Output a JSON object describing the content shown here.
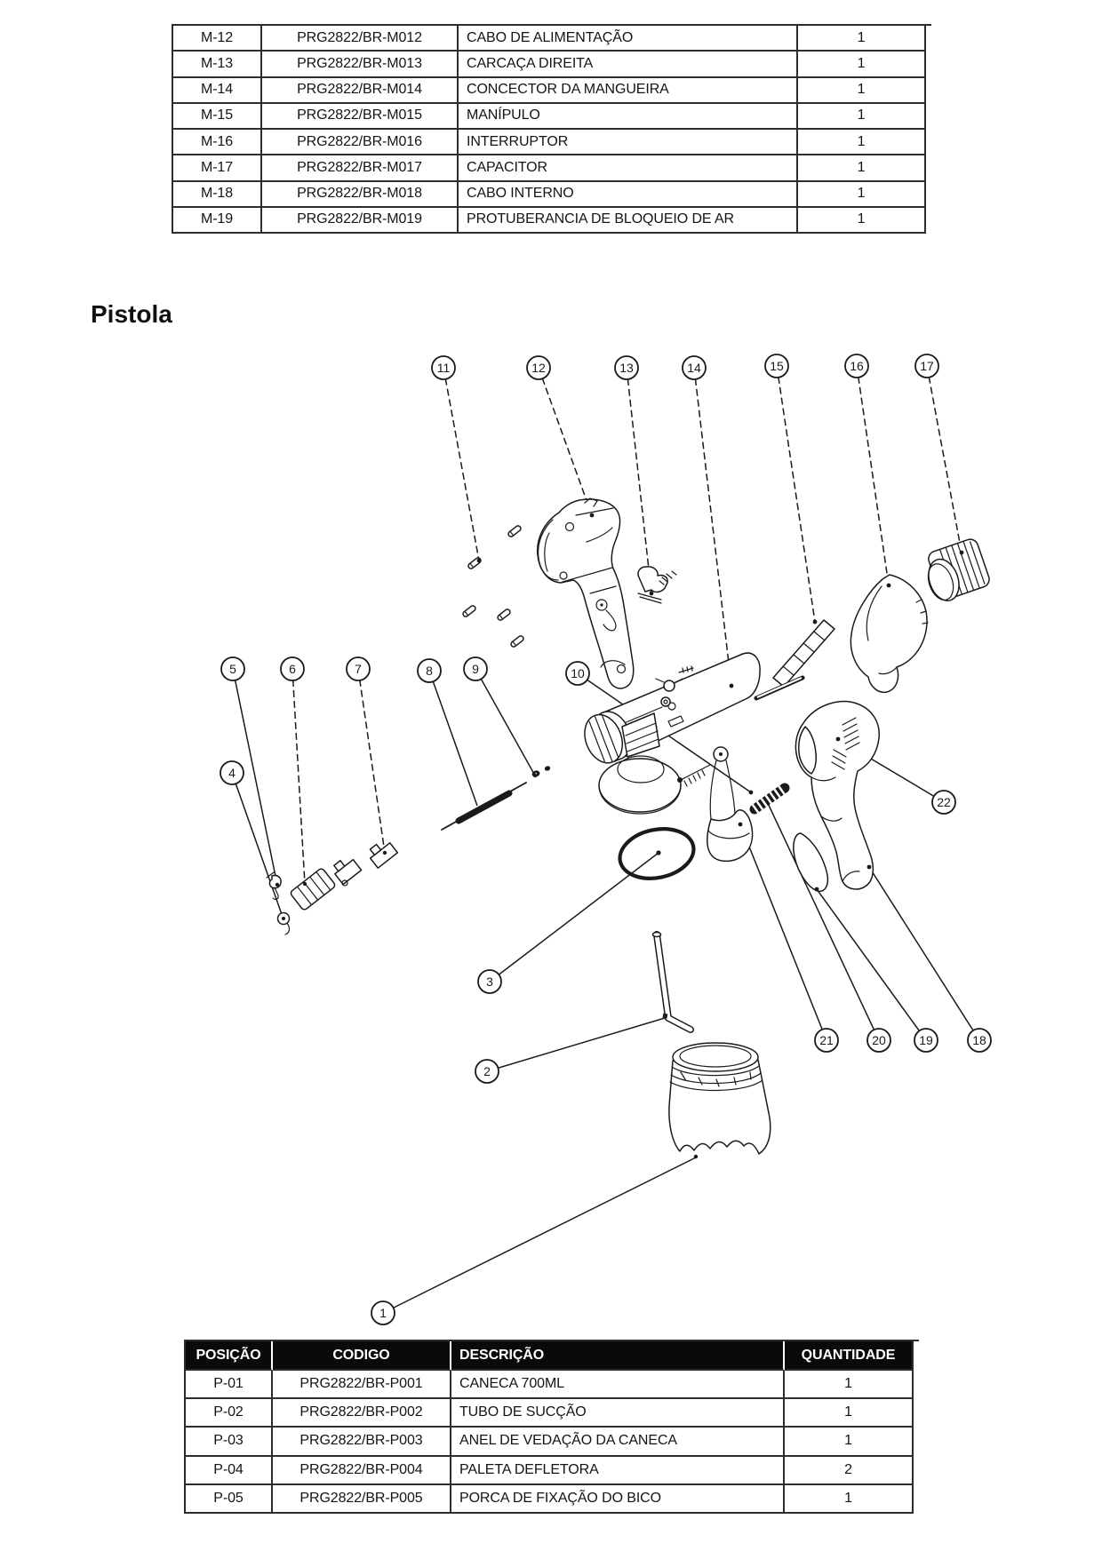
{
  "heading": "Pistola",
  "colors": {
    "ink": "#1a1a1a",
    "table_border": "#2d2d2d",
    "header_bg": "#0a0a0a",
    "header_text": "#ffffff"
  },
  "machine_table": {
    "rows": [
      {
        "pos": "M-12",
        "code": "PRG2822/BR-M012",
        "desc": "CABO DE ALIMENTAÇÃO",
        "qty": "1"
      },
      {
        "pos": "M-13",
        "code": "PRG2822/BR-M013",
        "desc": "CARCAÇA DIREITA",
        "qty": "1"
      },
      {
        "pos": "M-14",
        "code": "PRG2822/BR-M014",
        "desc": "CONCECTOR DA MANGUEIRA",
        "qty": "1"
      },
      {
        "pos": "M-15",
        "code": "PRG2822/BR-M015",
        "desc": "MANÍPULO",
        "qty": "1"
      },
      {
        "pos": "M-16",
        "code": "PRG2822/BR-M016",
        "desc": "INTERRUPTOR",
        "qty": "1"
      },
      {
        "pos": "M-17",
        "code": "PRG2822/BR-M017",
        "desc": "CAPACITOR",
        "qty": "1"
      },
      {
        "pos": "M-18",
        "code": "PRG2822/BR-M018",
        "desc": "CABO INTERNO",
        "qty": "1"
      },
      {
        "pos": "M-19",
        "code": "PRG2822/BR-M019",
        "desc": "PROTUBERANCIA DE BLOQUEIO DE AR",
        "qty": "1"
      }
    ]
  },
  "pistol_table": {
    "headers": {
      "pos": "POSIÇÃO",
      "code": "CODIGO",
      "desc": "DESCRIÇÃO",
      "qty": "QUANTIDADE"
    },
    "rows": [
      {
        "pos": "P-01",
        "code": "PRG2822/BR-P001",
        "desc": "CANECA 700ML",
        "qty": "1"
      },
      {
        "pos": "P-02",
        "code": "PRG2822/BR-P002",
        "desc": "TUBO DE SUCÇÃO",
        "qty": "1"
      },
      {
        "pos": "P-03",
        "code": "PRG2822/BR-P003",
        "desc": "ANEL DE VEDAÇÃO DA CANECA",
        "qty": "1"
      },
      {
        "pos": "P-04",
        "code": "PRG2822/BR-P004",
        "desc": "PALETA DEFLETORA",
        "qty": "2"
      },
      {
        "pos": "P-05",
        "code": "PRG2822/BR-P005",
        "desc": "PORCA DE FIXAÇÃO DO BICO",
        "qty": "1"
      }
    ]
  },
  "diagram": {
    "callouts": [
      "1",
      "2",
      "3",
      "4",
      "5",
      "6",
      "7",
      "8",
      "9",
      "10",
      "11",
      "12",
      "13",
      "14",
      "15",
      "16",
      "17",
      "18",
      "19",
      "20",
      "21",
      "22"
    ]
  }
}
